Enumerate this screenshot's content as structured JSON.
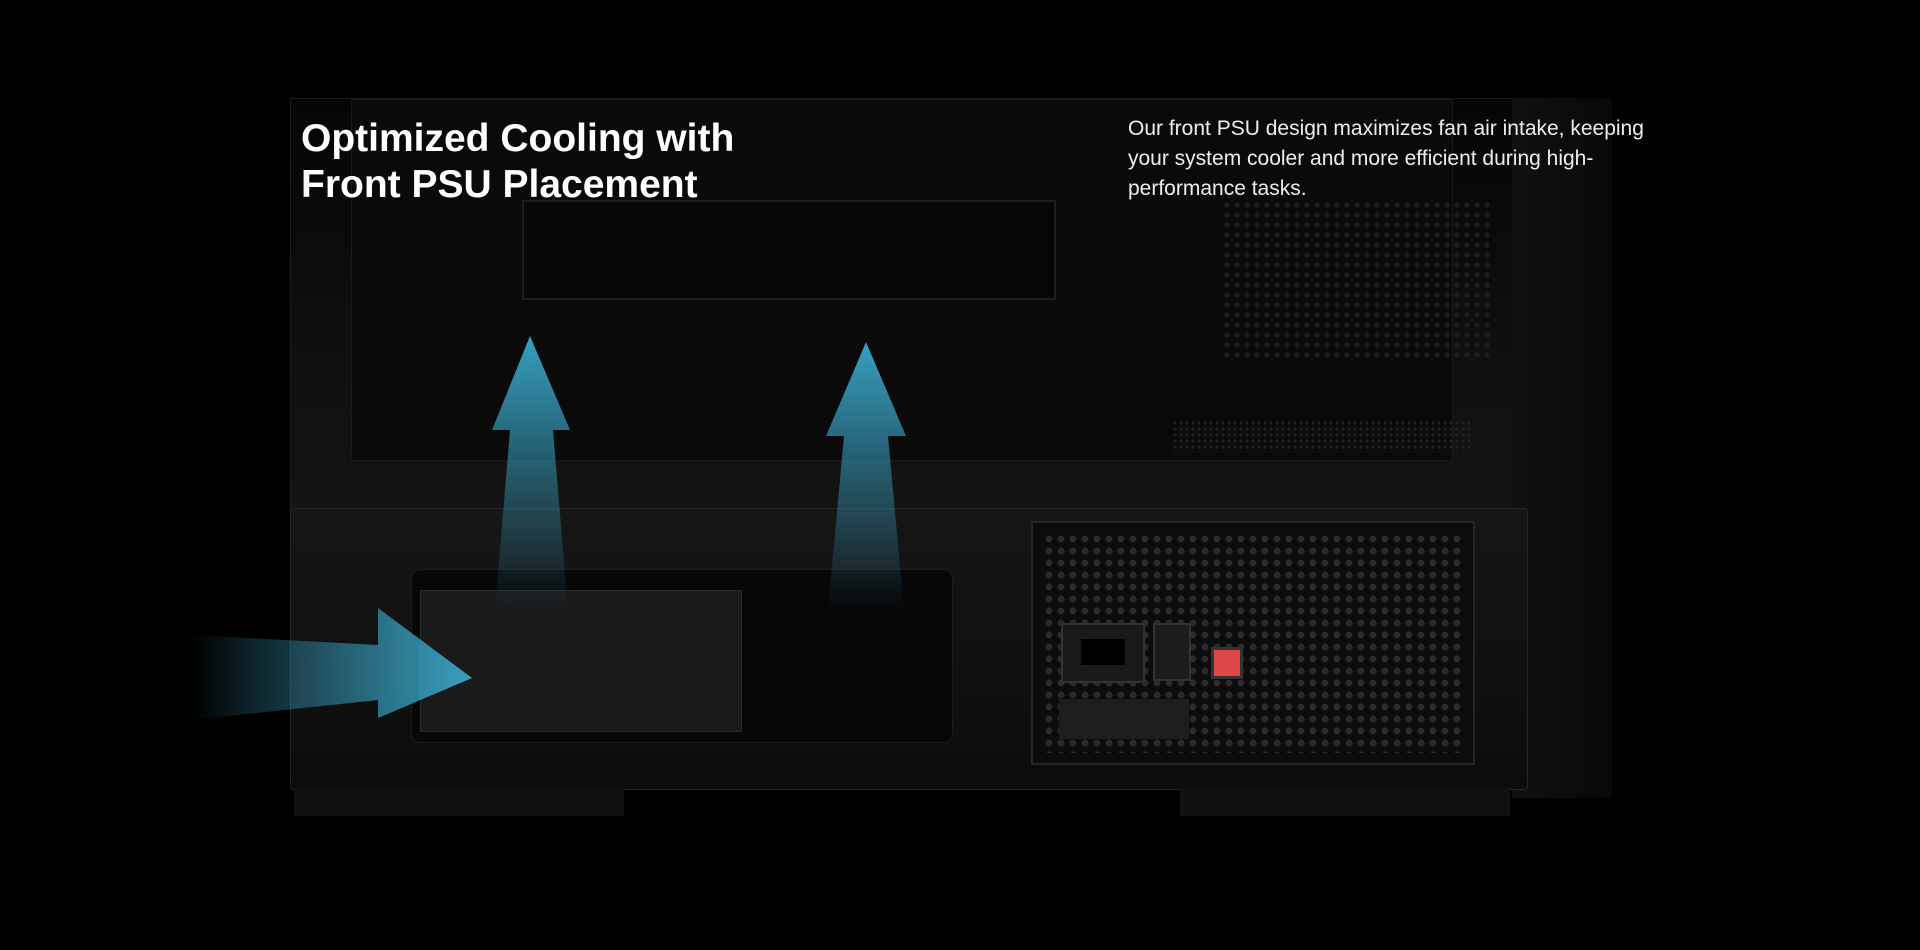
{
  "headline": {
    "line1": "Optimized Cooling with",
    "line2": "Front PSU Placement"
  },
  "description": "Our front PSU design maximizes fan air intake, keeping your system cooler and more efficient during high-performance tasks.",
  "colors": {
    "background": "#000000",
    "airflow": "#3aa7c9",
    "power_button": "#e04848"
  }
}
